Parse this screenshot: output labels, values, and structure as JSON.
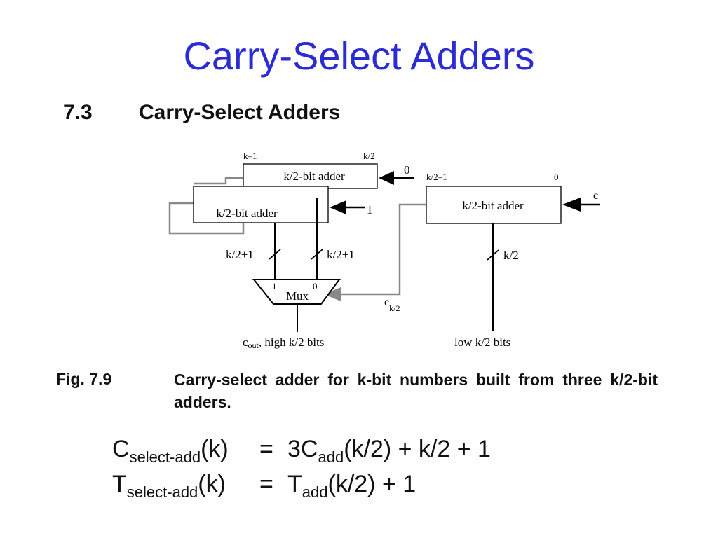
{
  "slide": {
    "title": "Carry-Select Adders"
  },
  "section": {
    "number": "7.3",
    "title": "Carry-Select Adders"
  },
  "diagram": {
    "upper_adder": {
      "label": "k/2-bit adder",
      "msb": "k–1",
      "lsb": "k/2",
      "carry_in": "0"
    },
    "lower_adder": {
      "label": "k/2-bit adder",
      "carry_in": "1"
    },
    "right_adder": {
      "label": "k/2-bit adder",
      "msb": "k/2–1",
      "lsb": "0",
      "carry_in": "c"
    },
    "mux": {
      "label": "Mux",
      "input1": "1",
      "input0": "0"
    },
    "bus_left": "k/2+1",
    "bus_mid": "k/2+1",
    "bus_right": "k/2",
    "select_signal": {
      "base": "c",
      "sub": "k/2"
    },
    "output_high": {
      "base": "c",
      "sub": "out",
      "rest": ", high k/2 bits"
    },
    "output_low": "low k/2 bits"
  },
  "caption": {
    "label": "Fig. 7.9",
    "text": "Carry-select adder for k-bit numbers built from three k/2-bit adders."
  },
  "equations": {
    "cost": {
      "var": "C",
      "sub": "select-add",
      "arg": "(k)",
      "eq": "=",
      "rhs_pre": "3C",
      "rhs_sub": "add",
      "rhs_post": "(k/2) + k/2 + 1"
    },
    "time": {
      "var": "T",
      "sub": "select-add",
      "arg": "(k)",
      "eq": "=",
      "rhs_pre": "T",
      "rhs_sub": "add",
      "rhs_post": "(k/2) + 1"
    }
  },
  "colors": {
    "title": "#2c2cd4",
    "line": "#000000",
    "gray_line": "#888888"
  }
}
